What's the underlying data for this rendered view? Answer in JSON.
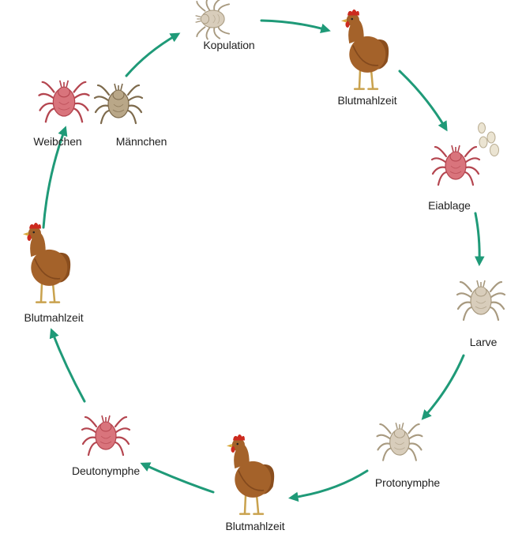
{
  "colors": {
    "arrow": "#1f9a78",
    "mite_female": "#d9747c",
    "mite_male": "#b9a788",
    "mite_pale": "#d8cdbb",
    "hen_body": "#a4622a",
    "hen_comb": "#cc2a1e",
    "egg": "#ebe4d2"
  },
  "stages": {
    "kopulation": "Kopulation",
    "blutmahlzeit_1": "Blutmahlzeit",
    "eiablage": "Eiablage",
    "larve": "Larve",
    "protonymphe": "Protonymphe",
    "blutmahlzeit_2": "Blutmahlzeit",
    "deutonymphe": "Deutonymphe",
    "blutmahlzeit_3": "Blutmahlzeit",
    "weibchen": "Weibchen",
    "maennchen": "Männchen"
  },
  "icons": [
    {
      "name": "mating-mites-icon",
      "kind": "mite",
      "variant": "pale"
    },
    {
      "name": "hen-icon-top",
      "kind": "hen"
    },
    {
      "name": "egg-laying-mite-icon",
      "kind": "mite",
      "variant": "female"
    },
    {
      "name": "eggs-icon",
      "kind": "eggs"
    },
    {
      "name": "larva-icon",
      "kind": "mite",
      "variant": "pale"
    },
    {
      "name": "protonymph-icon",
      "kind": "mite",
      "variant": "pale"
    },
    {
      "name": "hen-icon-bottom",
      "kind": "hen"
    },
    {
      "name": "deutonymph-icon",
      "kind": "mite",
      "variant": "female"
    },
    {
      "name": "hen-icon-left",
      "kind": "hen"
    },
    {
      "name": "female-mite-icon",
      "kind": "mite",
      "variant": "female"
    },
    {
      "name": "male-mite-icon",
      "kind": "mite",
      "variant": "male"
    }
  ]
}
